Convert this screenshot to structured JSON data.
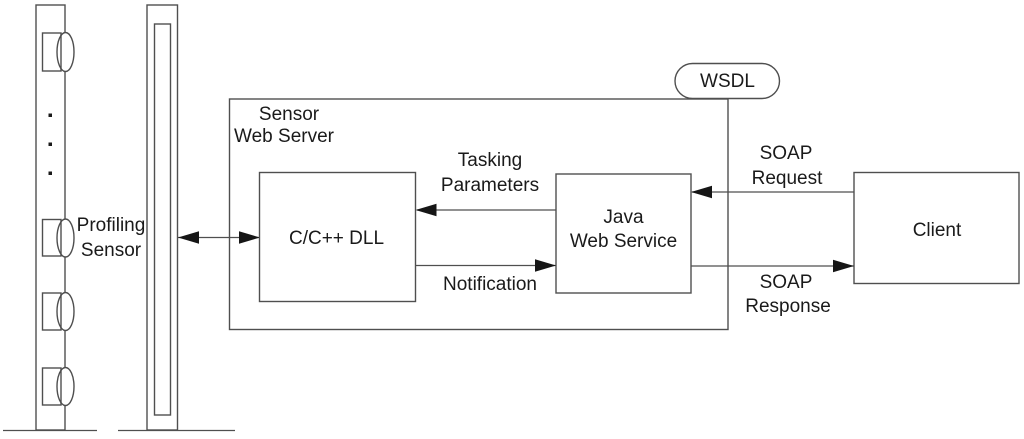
{
  "colors": {
    "line": "#4f4f4f",
    "text": "#1a1a1a",
    "arrow": "#161616",
    "background": "#ffffff"
  },
  "sensor": {
    "label_line1": "Profiling",
    "label_line2": "Sensor"
  },
  "server": {
    "title_line1": "Sensor",
    "title_line2": "Web Server"
  },
  "dll": {
    "label": "C/C++ DLL"
  },
  "java_service": {
    "label_line1": "Java",
    "label_line2": "Web Service"
  },
  "wsdl": {
    "label": "WSDL"
  },
  "client": {
    "label": "Client"
  },
  "flows": {
    "tasking_line1": "Tasking",
    "tasking_line2": "Parameters",
    "notification": "Notification",
    "soap_request_line1": "SOAP",
    "soap_request_line2": "Request",
    "soap_response_line1": "SOAP",
    "soap_response_line2": "Response"
  }
}
